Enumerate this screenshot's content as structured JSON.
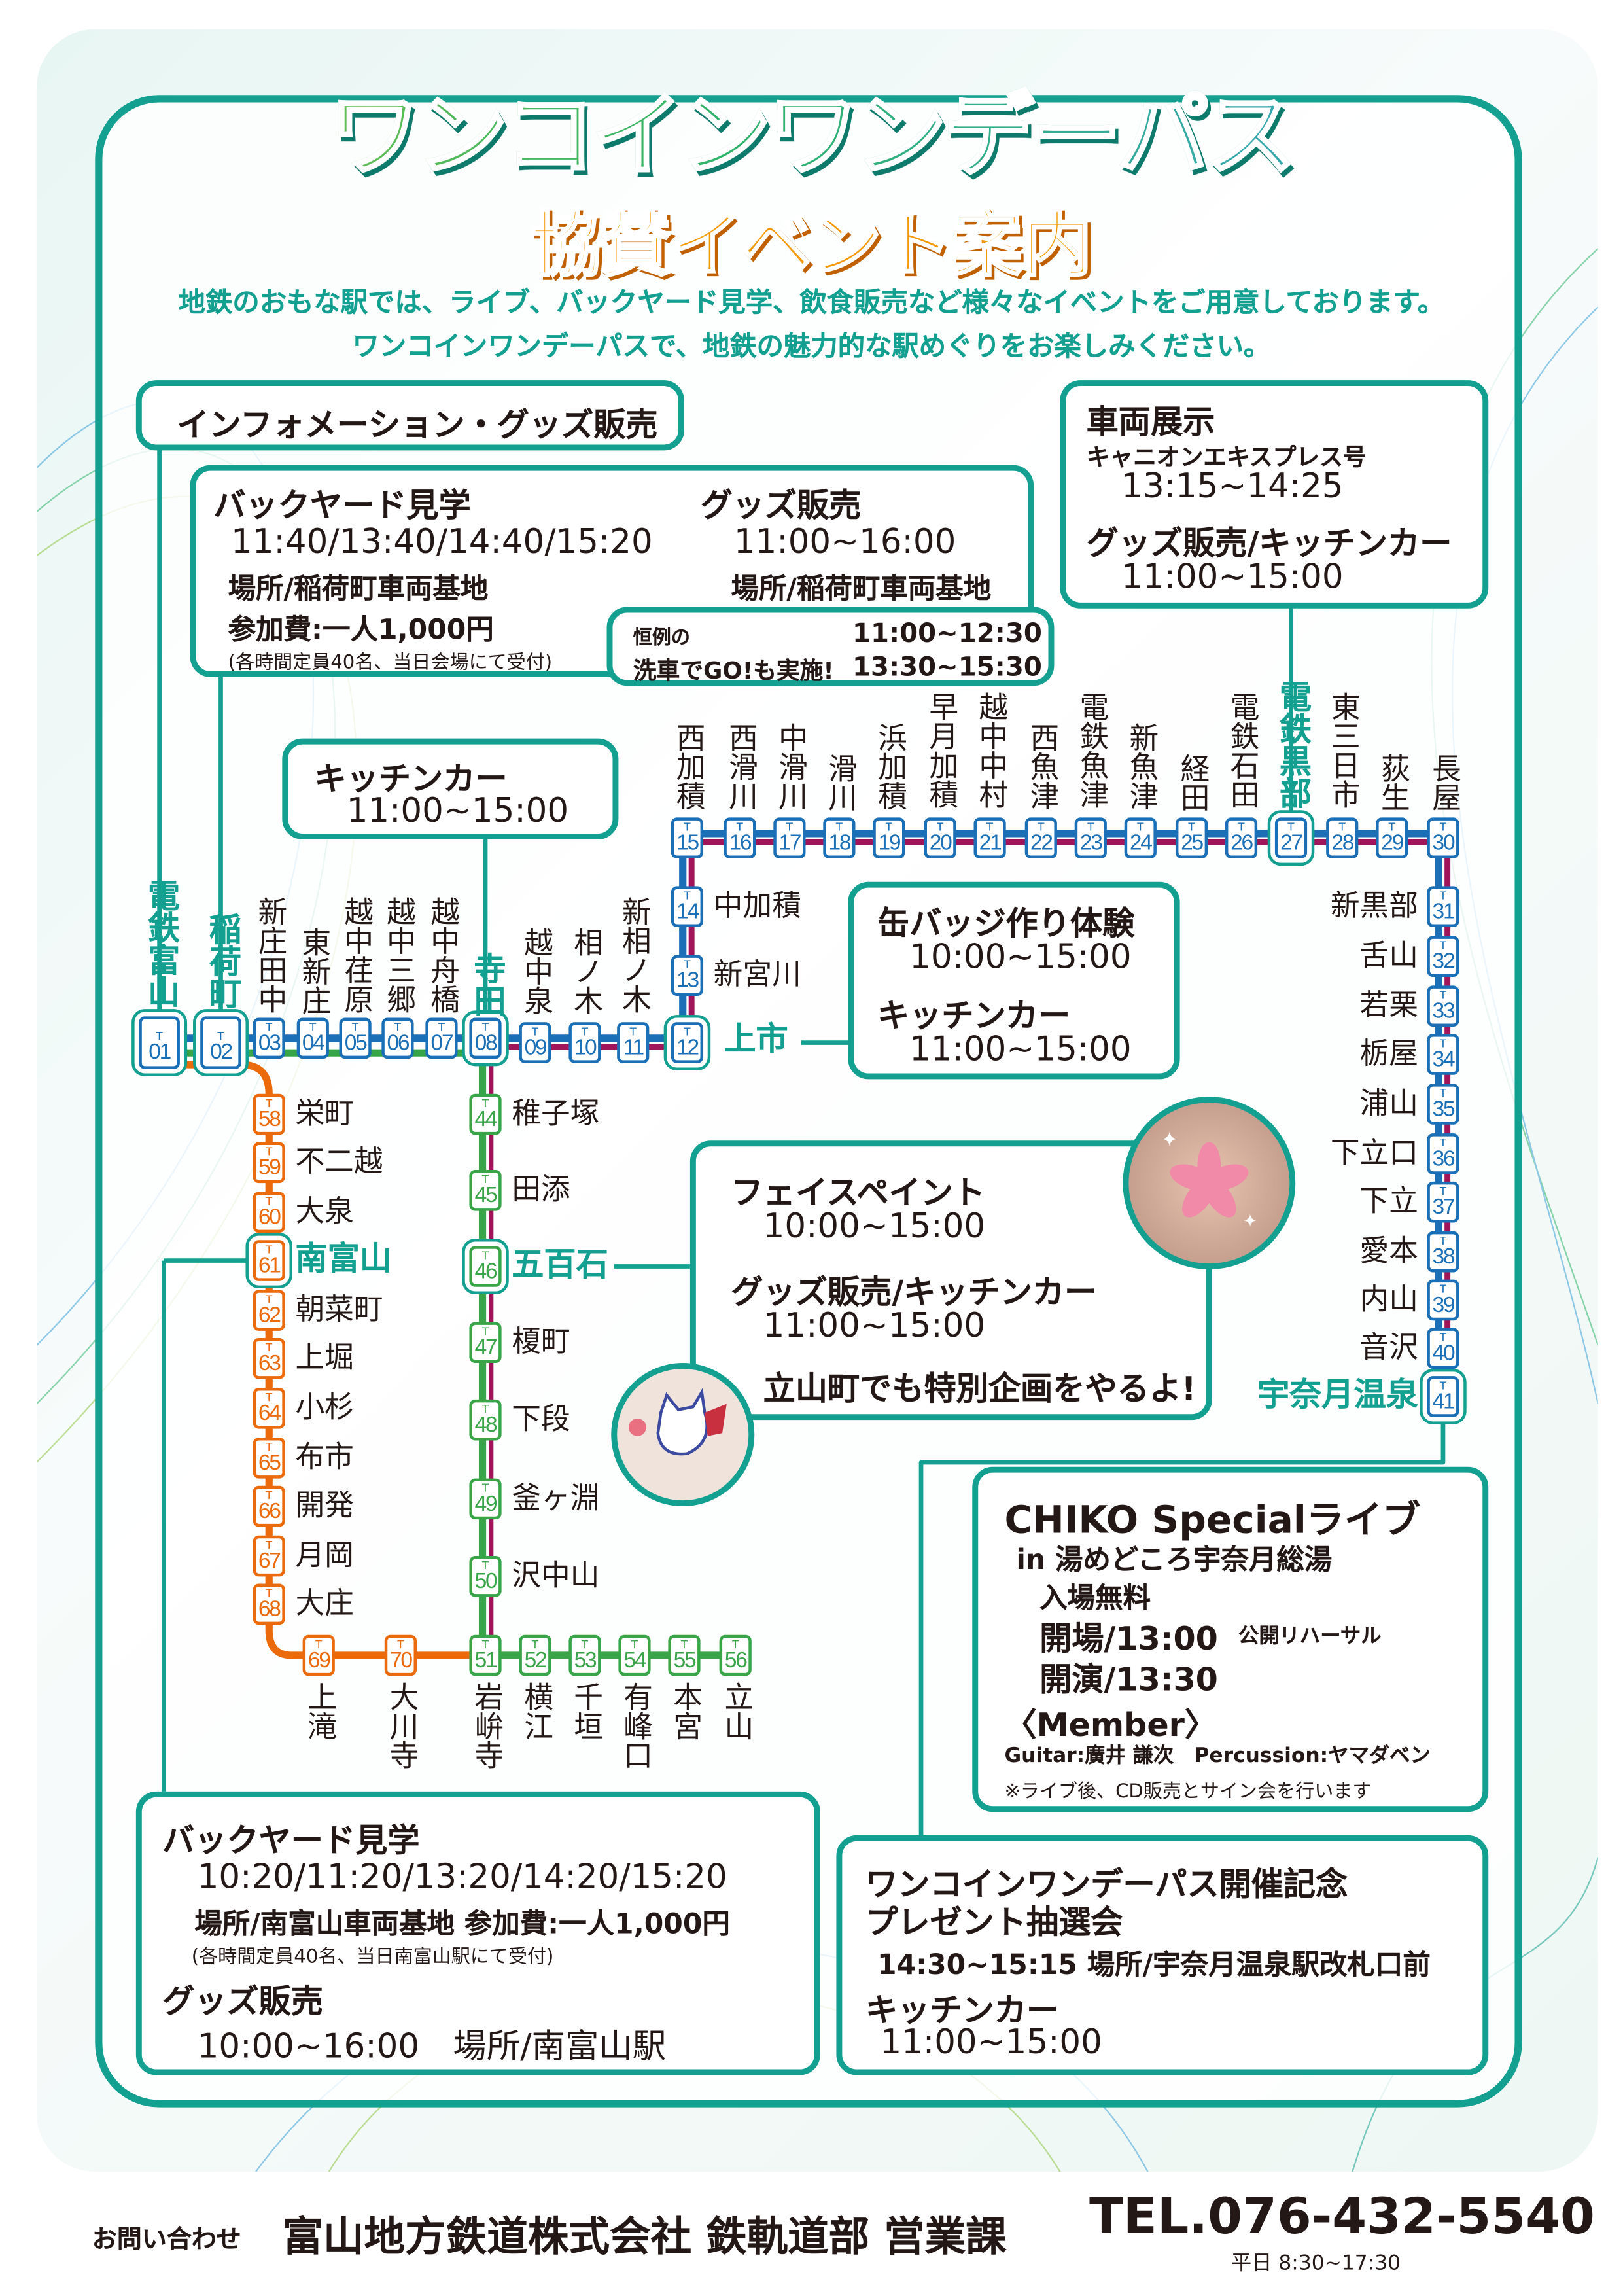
{
  "title": "ワンコインワンデーパス",
  "subtitle": "協賛イベント案内",
  "intro": [
    "地鉄のおもな駅では、ライブ、バックヤード見学、飲食販売など様々なイベントをご用意しております。",
    "ワンコインワンデーパスで、地鉄の魅力的な駅めぐりをお楽しみください。"
  ],
  "colors": {
    "teal": "#13a090",
    "main_line_blue": "#1a6fb6",
    "main_line_magenta": "#a0145a",
    "fujikoshi_line": "#ea6a0c",
    "tateyama_line": "#3aa548",
    "subtitle": "#f39800"
  },
  "events": {
    "info": {
      "title": "インフォメーション・グッズ販売"
    },
    "inarimachi": {
      "backyard_title": "バックヤード見学",
      "backyard_times": "11:40/13:40/14:40/15:20",
      "backyard_place": "場所/稲荷町車両基地",
      "backyard_fee": "参加費:一人1,000円",
      "backyard_note": "(各時間定員40名、当日会場にて受付)",
      "goods_title": "グッズ販売",
      "goods_time": "11:00~16:00",
      "goods_place": "場所/稲荷町車両基地",
      "wash_label1": "恒例の",
      "wash_label2": "洗車でGO!も実施!",
      "wash_time1": "11:00~12:30",
      "wash_time2": "13:30~15:30"
    },
    "kurobe": {
      "title": "車両展示",
      "train": "キャニオンエキスプレス号",
      "time": "13:15~14:25",
      "goods_title": "グッズ販売/キッチンカー",
      "goods_time": "11:00~15:00"
    },
    "terada": {
      "title": "キッチンカー",
      "time": "11:00~15:00"
    },
    "kamiichi": {
      "title": "缶バッジ作り体験",
      "time": "10:00~15:00",
      "kitchen_title": "キッチンカー",
      "kitchen_time": "11:00~15:00"
    },
    "gohyakkoku": {
      "title": "フェイスペイント",
      "time": "10:00~15:00",
      "goods_title": "グッズ販売/キッチンカー",
      "goods_time": "11:00~15:00",
      "note": "立山町でも特別企画をやるよ!"
    },
    "unazuki": {
      "title": "CHIKO Specialライブ",
      "venue": "in 湯めどころ宇奈月総湯",
      "free": "入場無料",
      "open": "開場/13:00",
      "rehearsal": "公開リハーサル",
      "start": "開演/13:30",
      "member_label": "〈Member〉",
      "members": "Guitar:廣井 謙次　Percussion:ヤマダベン",
      "note": "※ライブ後、CD販売とサイン会を行います"
    },
    "minamitoyama": {
      "backyard_title": "バックヤード見学",
      "backyard_times": "10:20/11:20/13:20/14:20/15:20",
      "backyard_place_fee": "場所/南富山車両基地 参加費:一人1,000円",
      "backyard_note": "(各時間定員40名、当日南富山駅にて受付)",
      "goods_title": "グッズ販売",
      "goods_time": "10:00~16:00　場所/南富山駅"
    },
    "commemorative": {
      "title1": "ワンコインワンデーパス開催記念",
      "title2": "プレゼント抽選会",
      "time_place": "14:30~15:15 場所/宇奈月温泉駅改札口前",
      "kitchen_title": "キッチンカー",
      "kitchen_time": "11:00~15:00"
    }
  },
  "stations": [
    {
      "no": "01",
      "name": "電鉄富山"
    },
    {
      "no": "02",
      "name": "稲荷町"
    },
    {
      "no": "03",
      "name": "新庄田中"
    },
    {
      "no": "04",
      "name": "東新庄"
    },
    {
      "no": "05",
      "name": "越中荏原"
    },
    {
      "no": "06",
      "name": "越中三郷"
    },
    {
      "no": "07",
      "name": "越中舟橋"
    },
    {
      "no": "08",
      "name": "寺田"
    },
    {
      "no": "09",
      "name": "越中泉"
    },
    {
      "no": "10",
      "name": "相ノ木"
    },
    {
      "no": "11",
      "name": "新相ノ木"
    },
    {
      "no": "12",
      "name": "上市"
    },
    {
      "no": "13",
      "name": "新宮川"
    },
    {
      "no": "14",
      "name": "中加積"
    },
    {
      "no": "15",
      "name": "西加積"
    },
    {
      "no": "16",
      "name": "西滑川"
    },
    {
      "no": "17",
      "name": "中滑川"
    },
    {
      "no": "18",
      "name": "滑川"
    },
    {
      "no": "19",
      "name": "浜加積"
    },
    {
      "no": "20",
      "name": "早月加積"
    },
    {
      "no": "21",
      "name": "越中中村"
    },
    {
      "no": "22",
      "name": "西魚津"
    },
    {
      "no": "23",
      "name": "電鉄魚津"
    },
    {
      "no": "24",
      "name": "新魚津"
    },
    {
      "no": "25",
      "name": "経田"
    },
    {
      "no": "26",
      "name": "電鉄石田"
    },
    {
      "no": "27",
      "name": "電鉄黒部"
    },
    {
      "no": "28",
      "name": "東三日市"
    },
    {
      "no": "29",
      "name": "荻生"
    },
    {
      "no": "30",
      "name": "長屋"
    },
    {
      "no": "31",
      "name": "新黒部"
    },
    {
      "no": "32",
      "name": "舌山"
    },
    {
      "no": "33",
      "name": "若栗"
    },
    {
      "no": "34",
      "name": "栃屋"
    },
    {
      "no": "35",
      "name": "浦山"
    },
    {
      "no": "36",
      "name": "下立口"
    },
    {
      "no": "37",
      "name": "下立"
    },
    {
      "no": "38",
      "name": "愛本"
    },
    {
      "no": "39",
      "name": "内山"
    },
    {
      "no": "40",
      "name": "音沢"
    },
    {
      "no": "41",
      "name": "宇奈月温泉"
    },
    {
      "no": "44",
      "name": "稚子塚"
    },
    {
      "no": "45",
      "name": "田添"
    },
    {
      "no": "46",
      "name": "五百石"
    },
    {
      "no": "47",
      "name": "榎町"
    },
    {
      "no": "48",
      "name": "下段"
    },
    {
      "no": "49",
      "name": "釜ヶ淵"
    },
    {
      "no": "50",
      "name": "沢中山"
    },
    {
      "no": "51",
      "name": "岩峅寺"
    },
    {
      "no": "52",
      "name": "横江"
    },
    {
      "no": "53",
      "name": "千垣"
    },
    {
      "no": "54",
      "name": "有峰口"
    },
    {
      "no": "55",
      "name": "本宮"
    },
    {
      "no": "56",
      "name": "立山"
    },
    {
      "no": "58",
      "name": "栄町"
    },
    {
      "no": "59",
      "name": "不二越"
    },
    {
      "no": "60",
      "name": "大泉"
    },
    {
      "no": "61",
      "name": "南富山"
    },
    {
      "no": "62",
      "name": "朝菜町"
    },
    {
      "no": "63",
      "name": "上堀"
    },
    {
      "no": "64",
      "name": "小杉"
    },
    {
      "no": "65",
      "name": "布市"
    },
    {
      "no": "66",
      "name": "開発"
    },
    {
      "no": "67",
      "name": "月岡"
    },
    {
      "no": "68",
      "name": "大庄"
    },
    {
      "no": "69",
      "name": "上滝"
    },
    {
      "no": "70",
      "name": "大川寺"
    }
  ],
  "station_prefix": "T",
  "footer": {
    "contact_label": "お問い合わせ",
    "company": "富山地方鉄道株式会社 鉄軌道部 営業課",
    "tel": "TEL.076-432-5540",
    "hours": "平日 8:30~17:30"
  }
}
